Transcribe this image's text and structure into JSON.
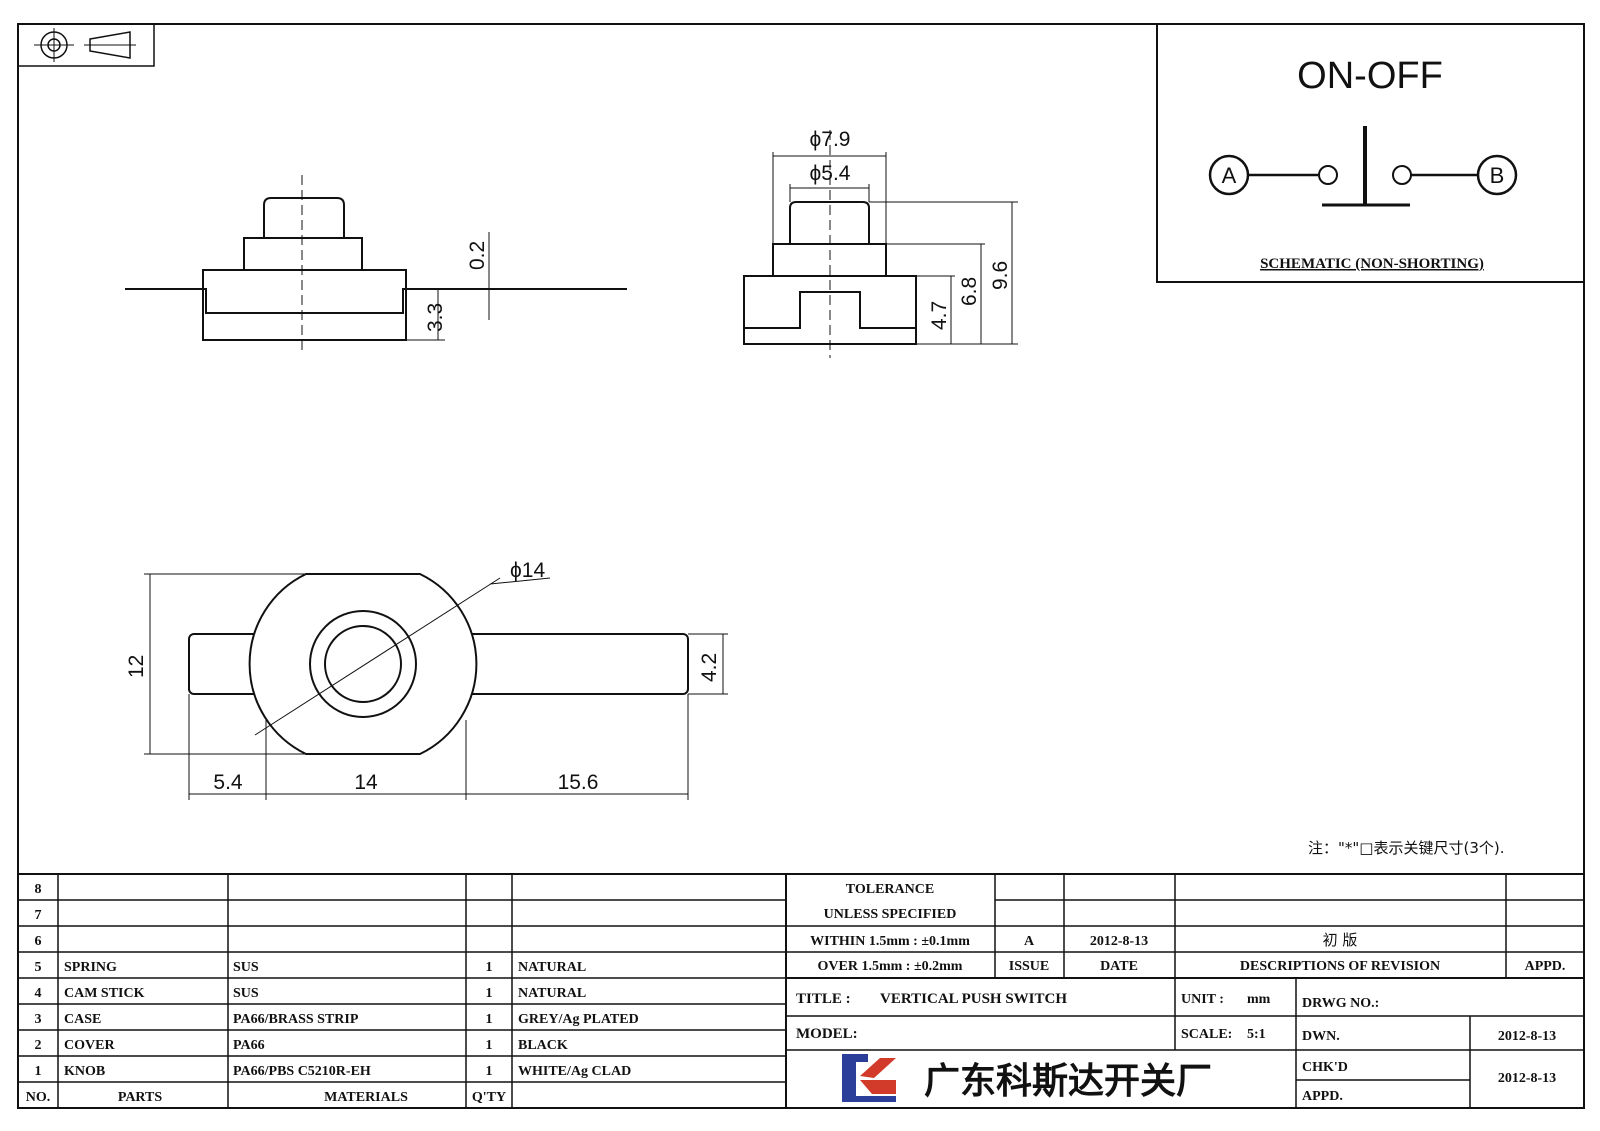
{
  "schematic": {
    "title": "ON-OFF",
    "terminal_a": "A",
    "terminal_b": "B",
    "caption": "SCHEMATIC (NON-SHORTING)"
  },
  "dimensions": {
    "side_height": "0.2",
    "side_depth": "3.3",
    "front_outer_dia": "ϕ7.9",
    "front_inner_dia": "ϕ5.4",
    "front_h1": "4.7",
    "front_h2": "6.8",
    "front_h3": "9.6",
    "top_dia": "ϕ14",
    "top_height": "12",
    "top_tab": "4.2",
    "top_left": "5.4",
    "top_mid": "14",
    "top_right": "15.6"
  },
  "note": "注：\"*\"□表示关键尺寸(3个).",
  "bom": {
    "rows": [
      {
        "no": "8",
        "part": "",
        "material": "",
        "qty": "",
        "finish": ""
      },
      {
        "no": "7",
        "part": "",
        "material": "",
        "qty": "",
        "finish": ""
      },
      {
        "no": "6",
        "part": "",
        "material": "",
        "qty": "",
        "finish": ""
      },
      {
        "no": "5",
        "part": "SPRING",
        "material": "SUS",
        "qty": "1",
        "finish": "NATURAL"
      },
      {
        "no": "4",
        "part": "CAM STICK",
        "material": "SUS",
        "qty": "1",
        "finish": "NATURAL"
      },
      {
        "no": "3",
        "part": "CASE",
        "material": "PA66/BRASS STRIP",
        "qty": "1",
        "finish": "GREY/Ag PLATED"
      },
      {
        "no": "2",
        "part": "COVER",
        "material": "PA66",
        "qty": "1",
        "finish": "BLACK"
      },
      {
        "no": "1",
        "part": "KNOB",
        "material": "PA66/PBS C5210R-EH",
        "qty": "1",
        "finish": "WHITE/Ag CLAD"
      }
    ],
    "headers": {
      "no": "NO.",
      "part": "PARTS",
      "material": "MATERIALS",
      "qty": "Q'TY"
    }
  },
  "tolerance": {
    "line1": "TOLERANCE",
    "line2": "UNLESS  SPECIFIED",
    "line3": "WITHIN 1.5mm : ±0.1mm",
    "line4": "OVER 1.5mm : ±0.2mm"
  },
  "revision": {
    "issue": "A",
    "date": "2012-8-13",
    "description": "初  版",
    "issue_header": "ISSUE",
    "date_header": "DATE",
    "desc_header": "DESCRIPTIONS OF REVISION",
    "appd_header": "APPD."
  },
  "title_block": {
    "title_label": "TITLE :",
    "title": "VERTICAL PUSH SWITCH",
    "unit_label": "UNIT :",
    "unit": "mm",
    "drwg_label": "DRWG NO.:",
    "model_label": "MODEL:",
    "scale_label": "SCALE:",
    "scale": "5:1",
    "dwn_label": "DWN.",
    "dwn_date": "2012-8-13",
    "chkd_label": "CHK'D",
    "chkd_date": "2012-8-13",
    "appd_label": "APPD.",
    "company": "广东科斯达开关厂"
  },
  "colors": {
    "logo_blue": "#2b3f9a",
    "logo_red": "#d23a2a"
  }
}
